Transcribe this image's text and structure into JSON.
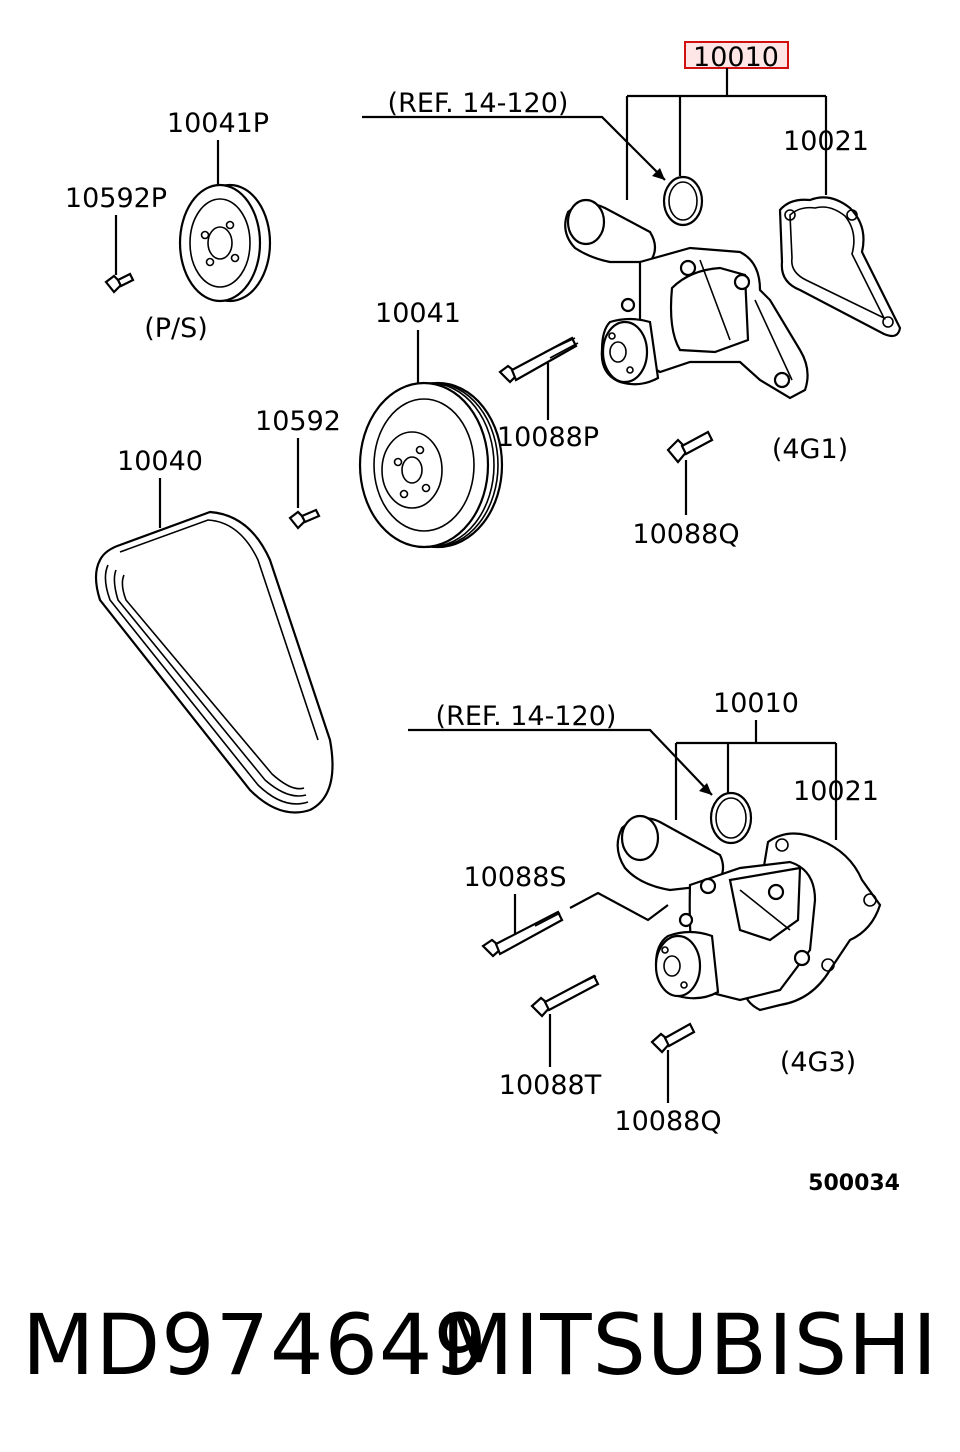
{
  "labels": {
    "top_highlight": "10010",
    "ref_top": "(REF. 14-120)",
    "gasket_top": "10021",
    "ps_pulley": "10041P",
    "ps_bolt": "10592P",
    "ps_note": "(P/S)",
    "pulley": "10041",
    "pulley_bolt": "10592",
    "belt": "10040",
    "bolt_p": "10088P",
    "engine_top": "(4G1)",
    "bolt_q_top": "10088Q",
    "ref_bottom": "(REF. 14-120)",
    "pump_bottom": "10010",
    "gasket_bottom": "10021",
    "bolt_s": "10088S",
    "bolt_t": "10088T",
    "bolt_q_bottom": "10088Q",
    "engine_bottom": "(4G3)",
    "diagram_code": "500034"
  },
  "caption": {
    "part_number": "MD974649",
    "brand": "MITSUBISHI"
  },
  "colors": {
    "highlight_border": "#d11111",
    "highlight_fill": "#ffe6e6"
  }
}
